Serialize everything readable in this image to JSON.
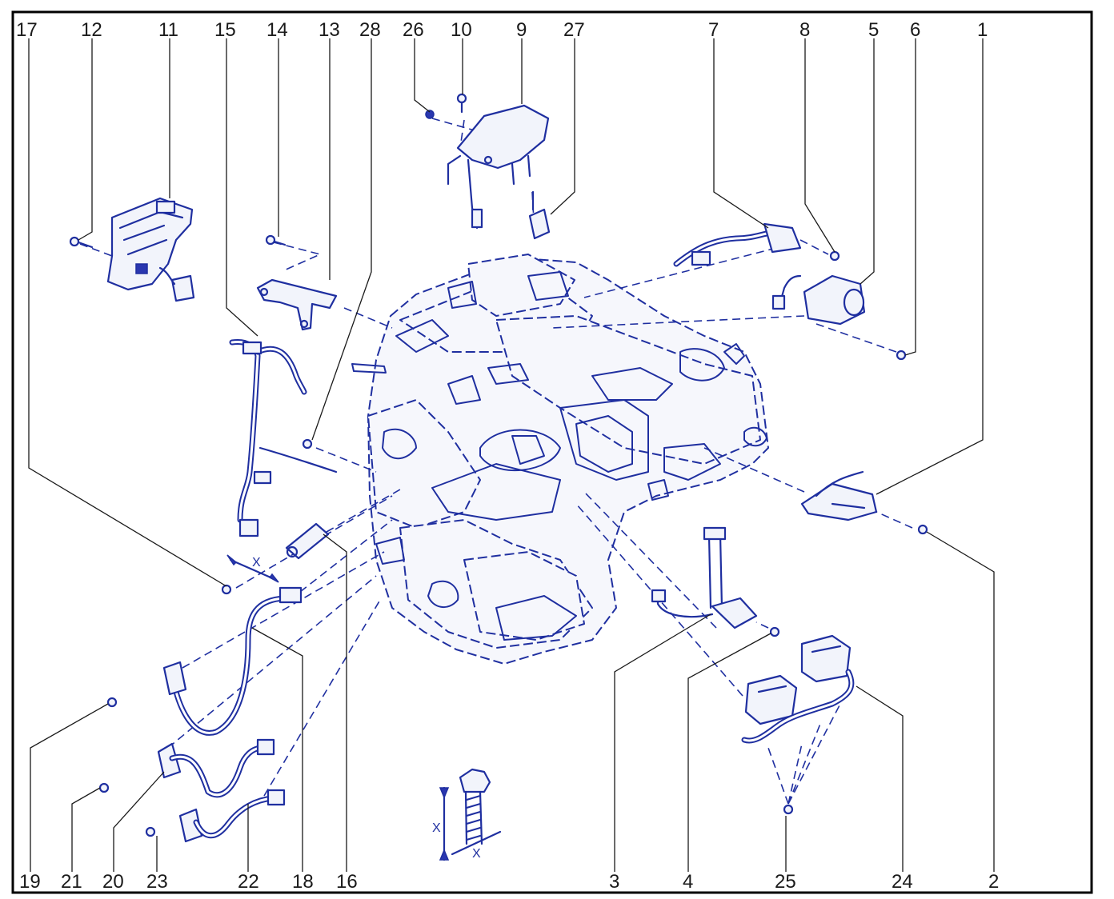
{
  "diagram": {
    "callouts_top": [
      "17",
      "12",
      "11",
      "15",
      "14",
      "13",
      "28",
      "26",
      "10",
      "9",
      "27",
      "7",
      "8",
      "5",
      "6",
      "1"
    ],
    "callouts_bottom": [
      "19",
      "21",
      "20",
      "23",
      "22",
      "18",
      "16",
      "3",
      "4",
      "25",
      "24",
      "2"
    ],
    "dimension_labels": [
      "X",
      "X",
      "X"
    ],
    "colors": {
      "line_art": "#1f2fa0",
      "callout_text": "#1a1a1a",
      "frame": "#000000",
      "background": "#ffffff"
    }
  }
}
